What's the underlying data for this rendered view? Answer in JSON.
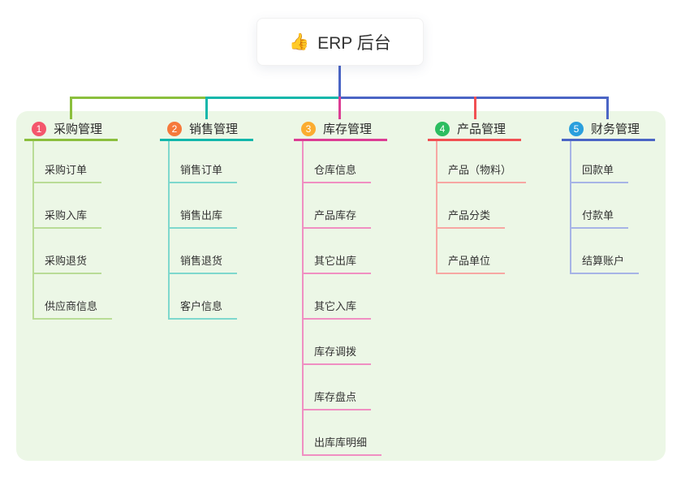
{
  "root": {
    "icon": "👍",
    "label": "ERP 后台"
  },
  "branches": [
    {
      "index": "1",
      "label": "采购管理",
      "badge_color": "#f4566c",
      "line_color": "#8bbf3d",
      "child_line_color": "#b9dc96",
      "children": [
        "采购订单",
        "采购入库",
        "采购退货",
        "供应商信息"
      ]
    },
    {
      "index": "2",
      "label": "销售管理",
      "badge_color": "#f6793b",
      "line_color": "#12b7ab",
      "child_line_color": "#7ed8cd",
      "children": [
        "销售订单",
        "销售出库",
        "销售退货",
        "客户信息"
      ]
    },
    {
      "index": "3",
      "label": "库存管理",
      "badge_color": "#fbac30",
      "line_color": "#dc3d94",
      "child_line_color": "#f08fc2",
      "children": [
        "仓库信息",
        "产品库存",
        "其它出库",
        "其它入库",
        "库存调拨",
        "库存盘点",
        "出库库明细"
      ]
    },
    {
      "index": "4",
      "label": "产品管理",
      "badge_color": "#2cbd60",
      "line_color": "#f15053",
      "child_line_color": "#f7a7a3",
      "children": [
        "产品（物料）",
        "产品分类",
        "产品单位"
      ]
    },
    {
      "index": "5",
      "label": "财务管理",
      "badge_color": "#2a9fdd",
      "line_color": "#4b65c5",
      "child_line_color": "#a7b4e6",
      "children": [
        "回款单",
        "付款单",
        "结算账户"
      ]
    }
  ],
  "colors": {
    "panel_bg": "#ecf7e6",
    "root_line": "#4b65c5",
    "seg_green": "#8bbf3d",
    "seg_teal": "#12b7ab",
    "seg_blue": "#4b65c5",
    "drop_magenta": "#dc3d94",
    "drop_red": "#f15053"
  }
}
